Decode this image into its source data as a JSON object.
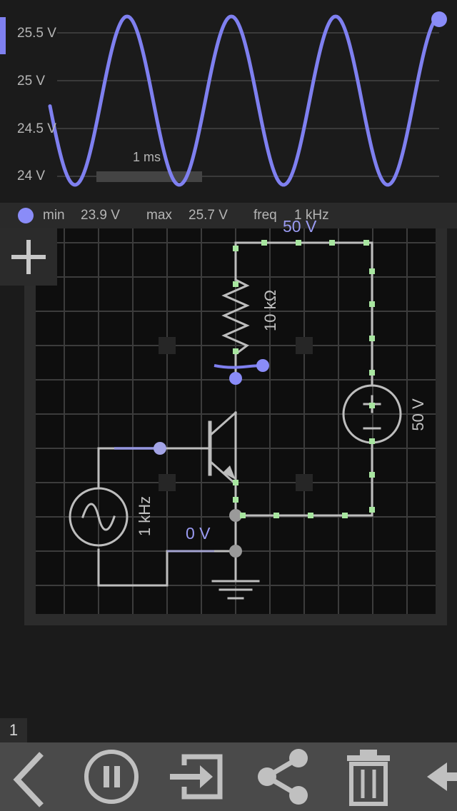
{
  "scope": {
    "y_labels": [
      "25.5 V",
      "25 V",
      "24.5 V",
      "24 V"
    ],
    "time_scale": "1 ms",
    "trace_color": "#7f80f0"
  },
  "info_bar": {
    "min_label": "min",
    "min_value": "23.9 V",
    "max_label": "max",
    "max_value": "25.7 V",
    "freq_label": "freq",
    "freq_value": "1 kHz"
  },
  "circuit": {
    "top_voltage": "50 V",
    "resistor_label": "10 kΩ",
    "dc_source_label": "50 V",
    "ac_source_label": "1 kHz",
    "ground_voltage": "0 V"
  },
  "page_indicator": "1",
  "toolbar": {
    "icons": [
      "back-icon",
      "pause-icon",
      "export-icon",
      "share-icon",
      "trash-icon",
      "undo-icon"
    ]
  },
  "colors": {
    "background": "#1b1b1b",
    "grid_board": "#0e0e0e",
    "wire": "#bdbdbd",
    "probe": "#8a8cf8",
    "current_dots": "#a8e6a0",
    "toolbar": "#4a4a4a"
  }
}
